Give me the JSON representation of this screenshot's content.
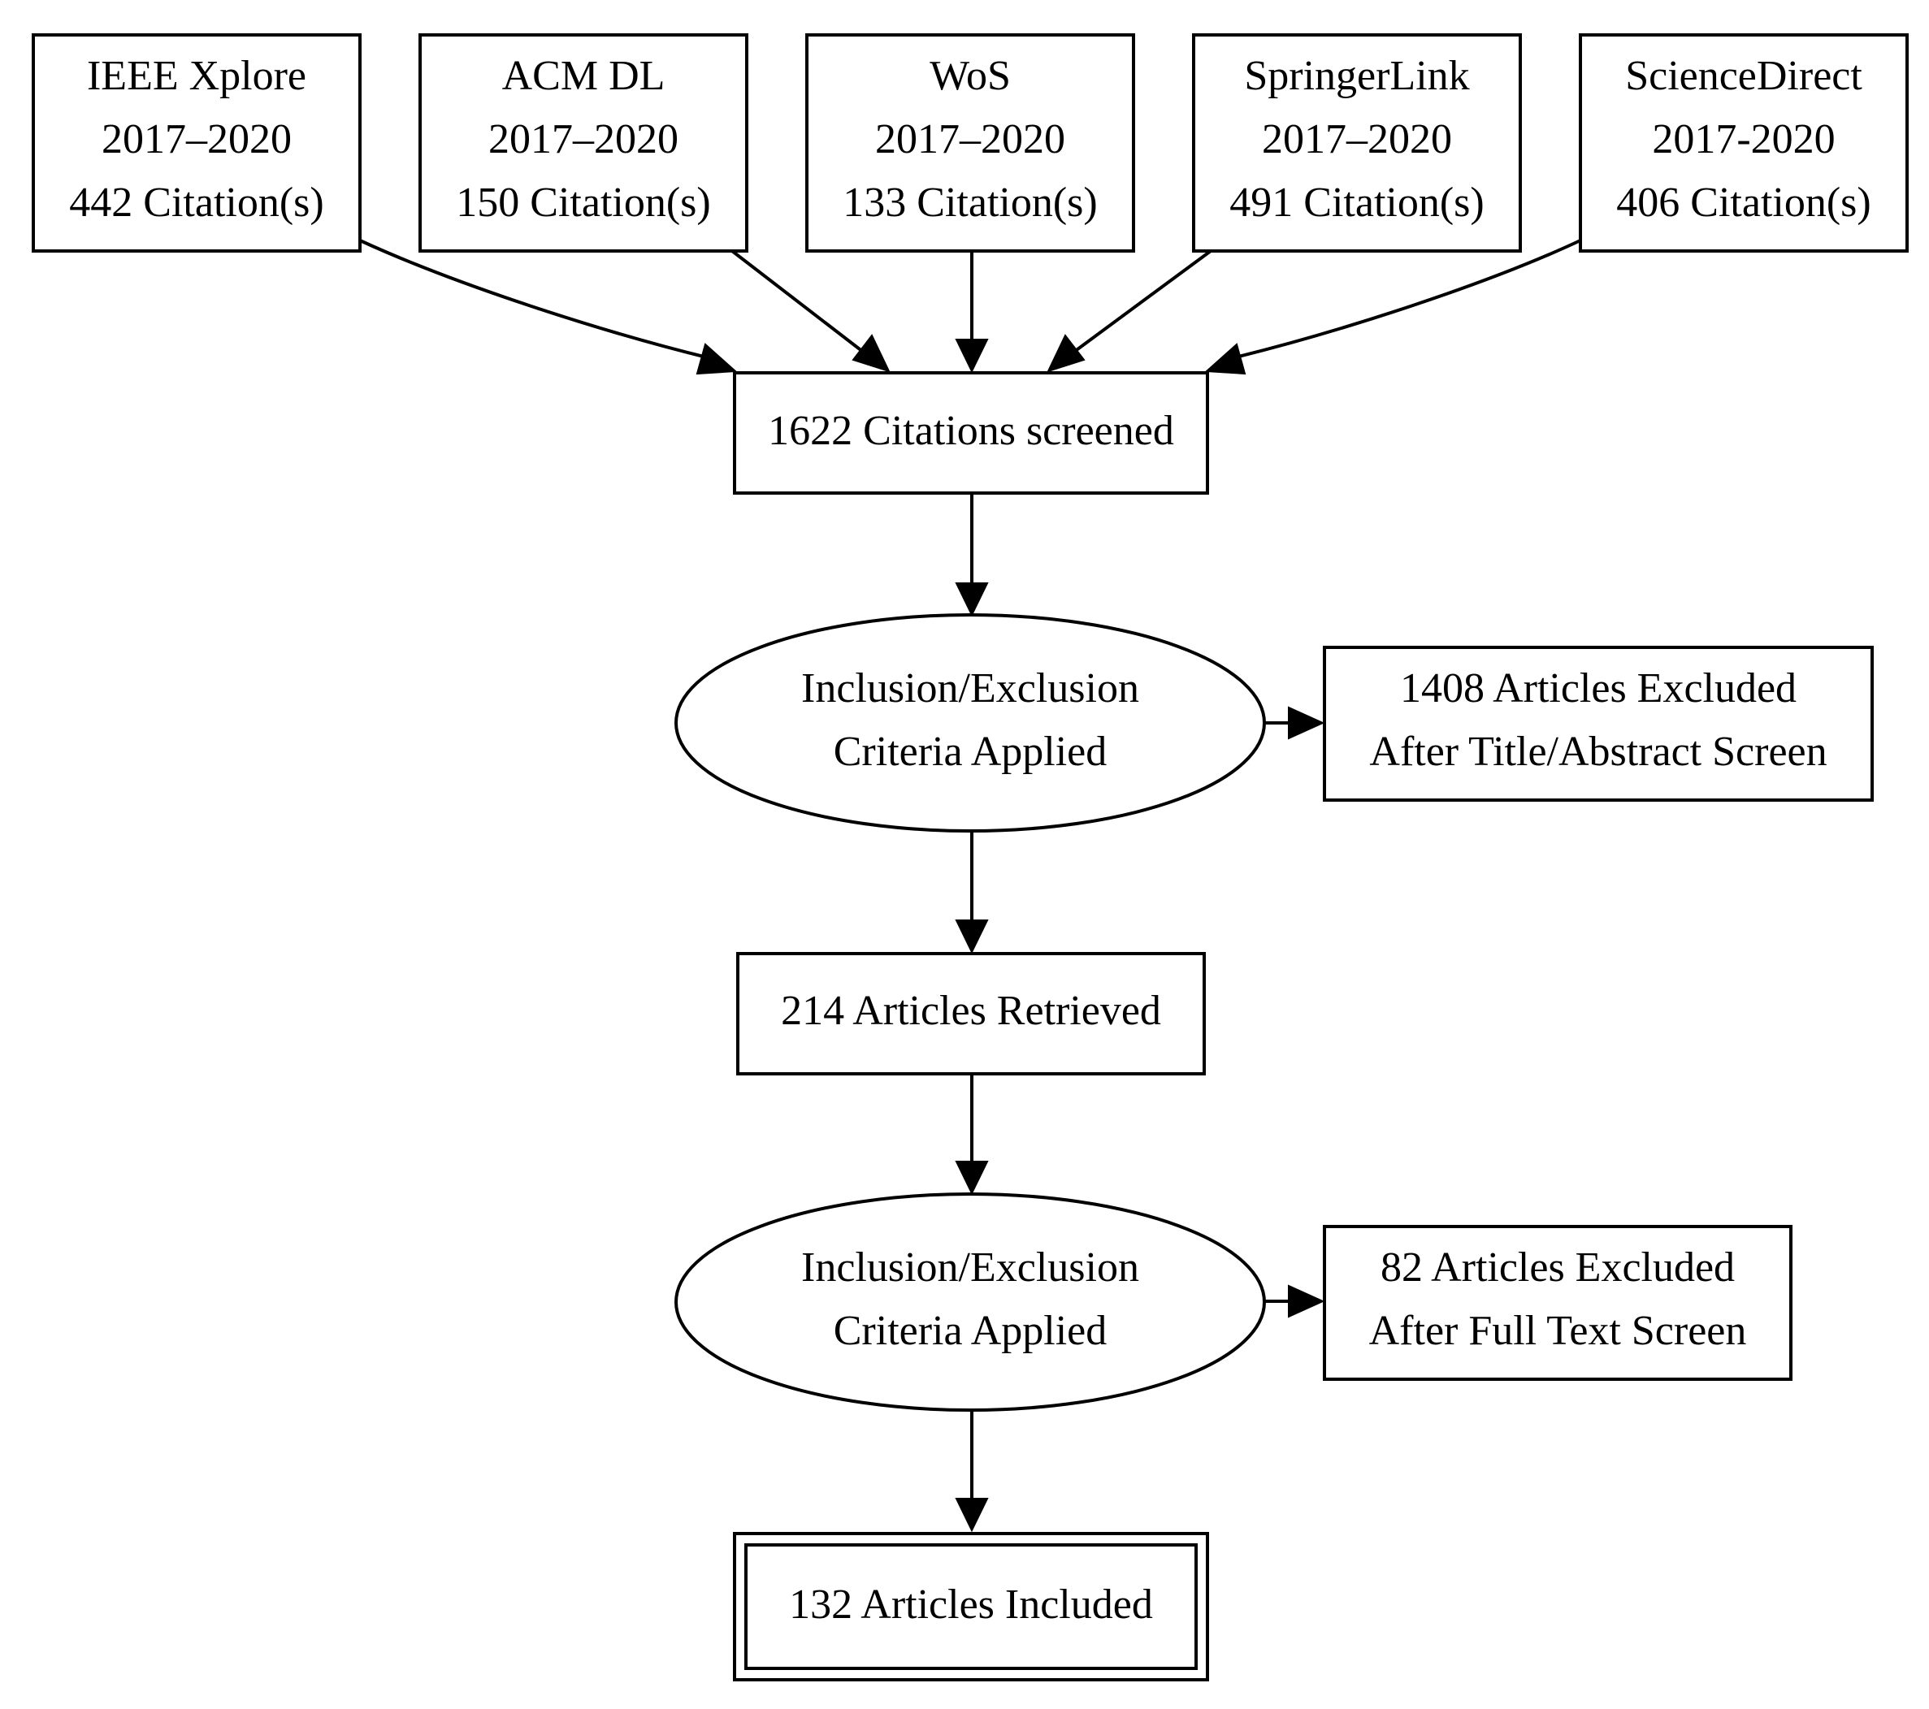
{
  "sources": [
    {
      "name": "IEEE Xplore",
      "years": "2017–2020",
      "citations": "442 Citation(s)"
    },
    {
      "name": "ACM DL",
      "years": "2017–2020",
      "citations": "150 Citation(s)"
    },
    {
      "name": "WoS",
      "years": "2017–2020",
      "citations": "133 Citation(s)"
    },
    {
      "name": "SpringerLink",
      "years": "2017–2020",
      "citations": "491 Citation(s)"
    },
    {
      "name": "ScienceDirect",
      "years": "2017-2020",
      "citations": "406 Citation(s)"
    }
  ],
  "screened": "1622 Citations screened",
  "criteria1": {
    "line1": "Inclusion/Exclusion",
    "line2": "Criteria Applied"
  },
  "excluded1": {
    "line1": "1408 Articles Excluded",
    "line2": "After Title/Abstract Screen"
  },
  "retrieved": "214 Articles Retrieved",
  "criteria2": {
    "line1": "Inclusion/Exclusion",
    "line2": "Criteria Applied"
  },
  "excluded2": {
    "line1": "82 Articles Excluded",
    "line2": "After Full Text Screen"
  },
  "included": "132 Articles Included"
}
